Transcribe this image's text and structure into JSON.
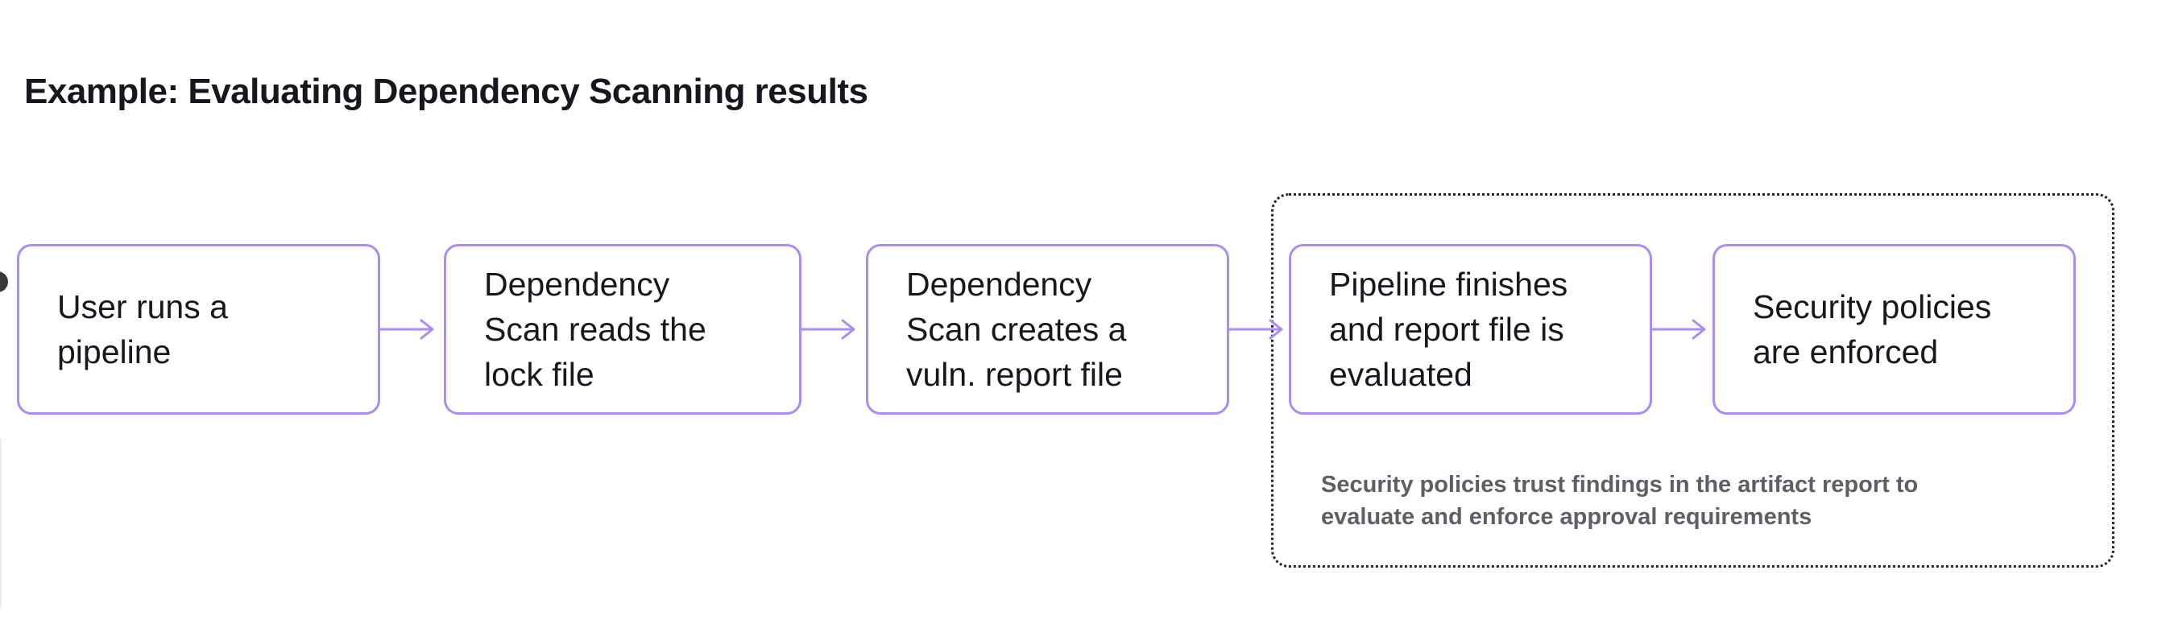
{
  "title": "Example: Evaluating Dependency Scanning results",
  "diagram": {
    "steps": [
      {
        "lines": [
          "User runs a",
          "pipeline"
        ]
      },
      {
        "lines": [
          "Dependency",
          "Scan reads the",
          "lock file"
        ]
      },
      {
        "lines": [
          "Dependency",
          "Scan creates a",
          "vuln. report file"
        ]
      },
      {
        "lines": [
          "Pipeline finishes",
          "and report file is",
          "evaluated"
        ]
      },
      {
        "lines": [
          "Security policies",
          "are enforced"
        ]
      }
    ],
    "note_lines": [
      "Security policies trust findings in the artifact report to",
      "evaluate and enforce approval requirements"
    ]
  },
  "colors": {
    "box_border": "#aa8cf5",
    "arrow": "#aa8cf5",
    "dotted_group_border": "#252525",
    "title_text": "#18171d",
    "box_text": "#18171d",
    "note_text": "#5f5e66",
    "edge_dot": "#3a3a3a",
    "background": "#ffffff"
  }
}
